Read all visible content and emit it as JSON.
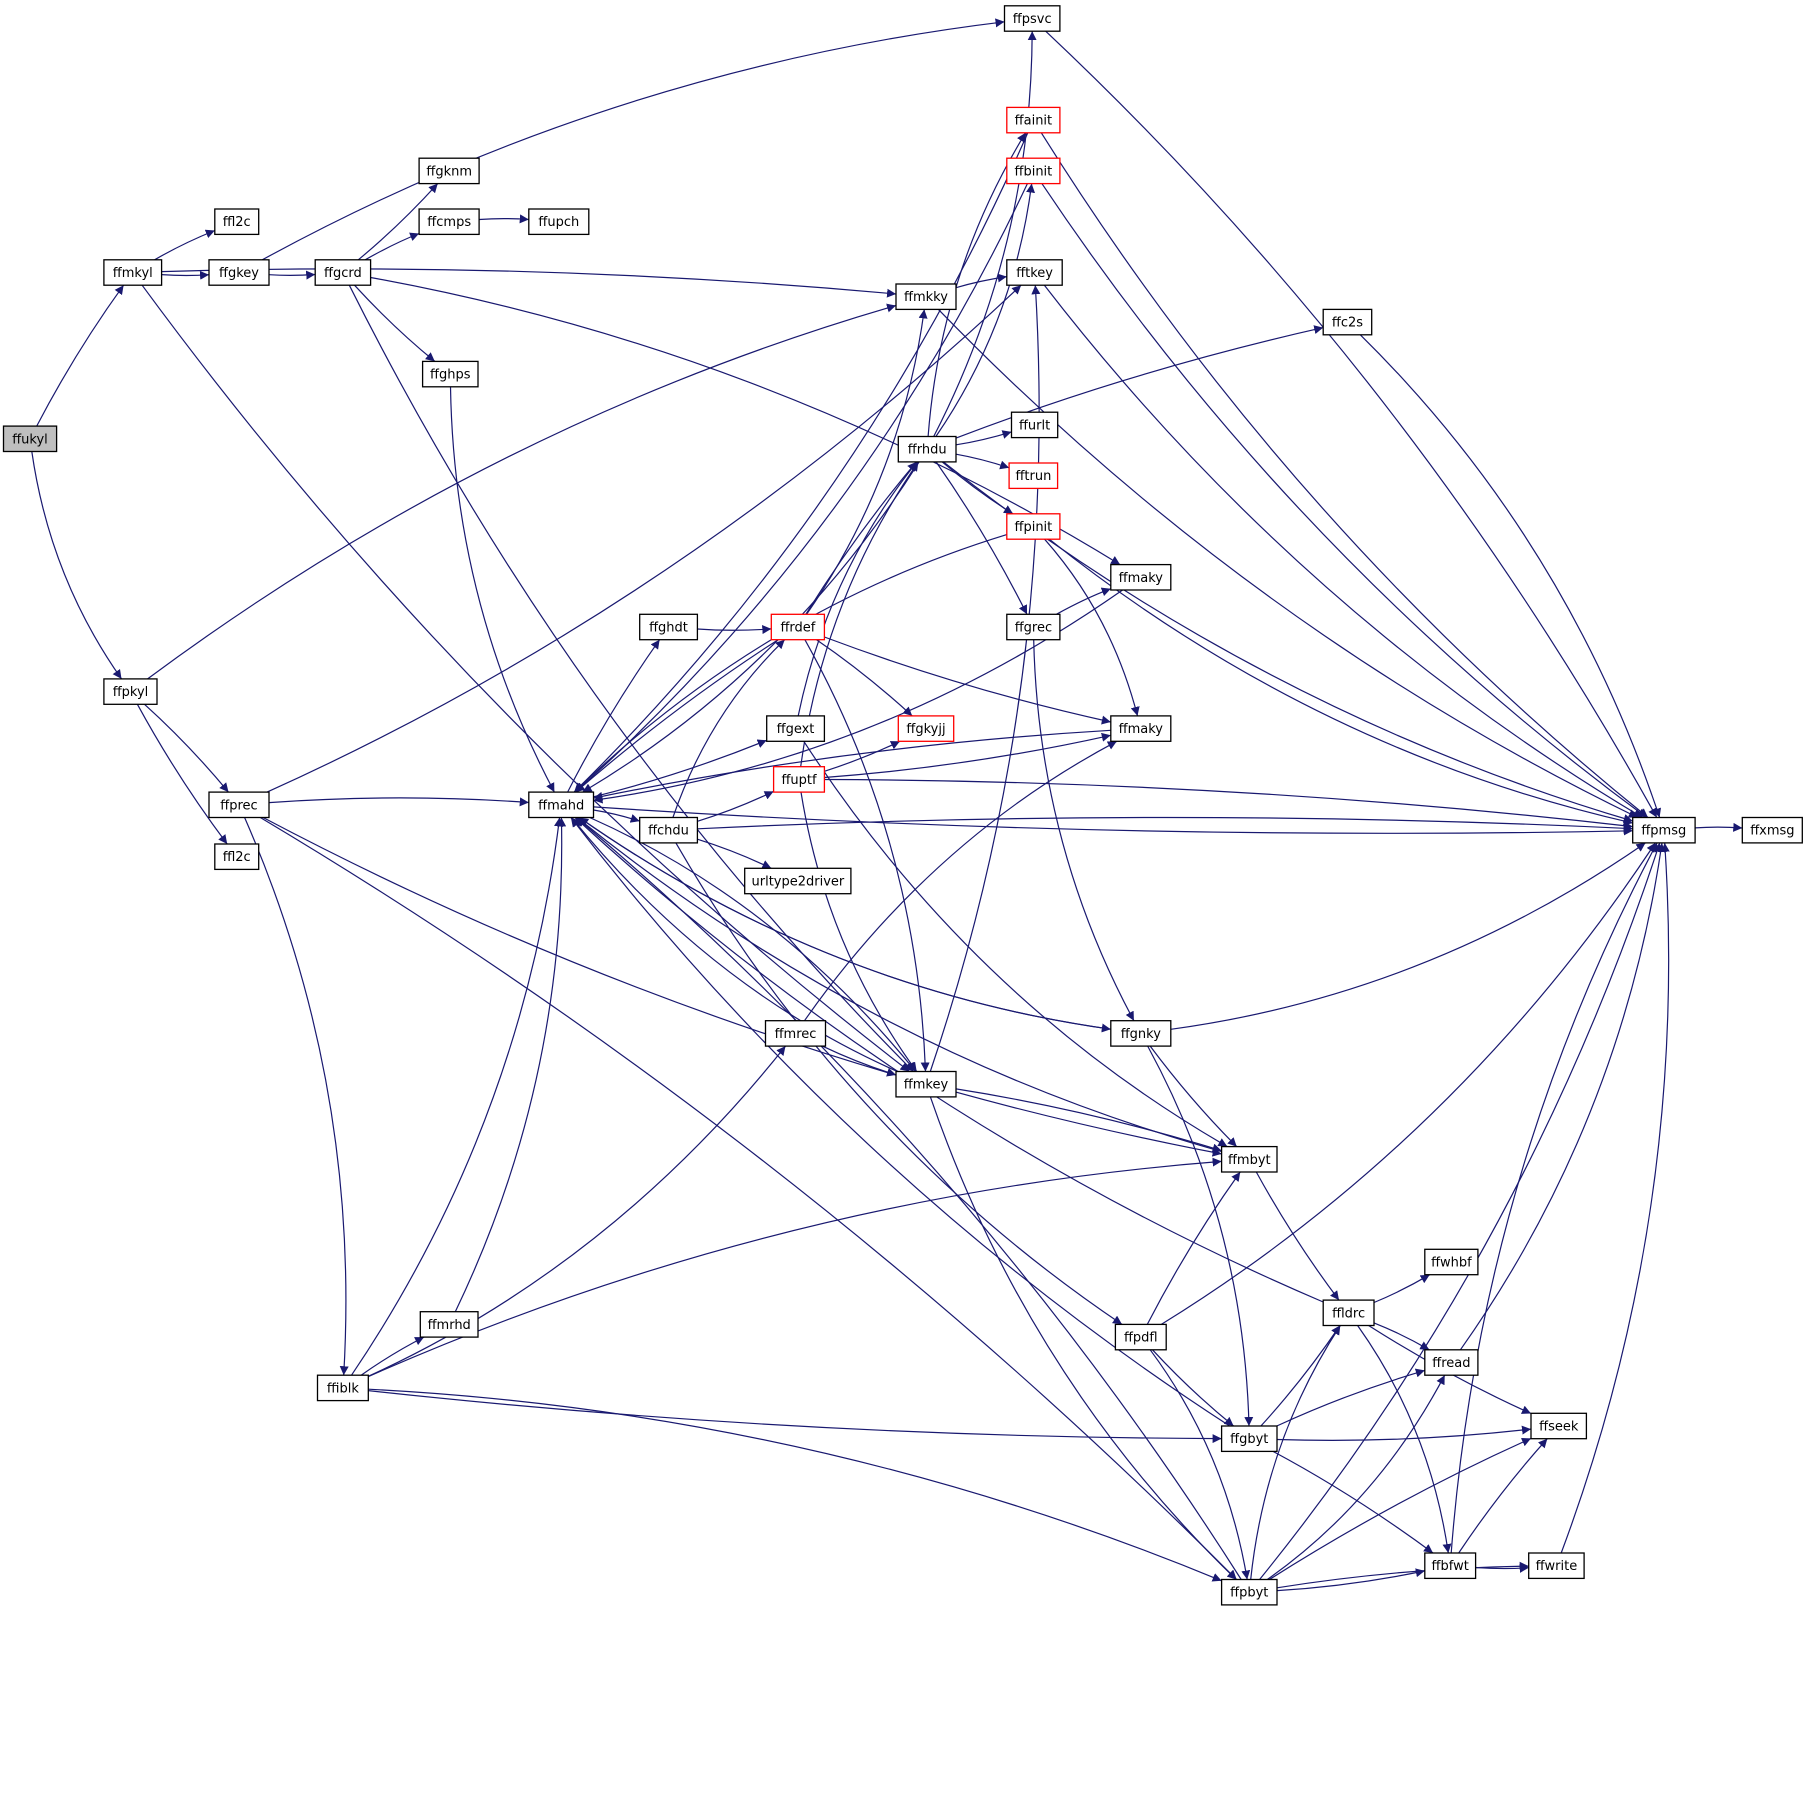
{
  "colors": {
    "edge": "#191970",
    "node_border": "#000000",
    "truncated_border": "#ff0000",
    "root_fill": "#bfbfbf",
    "background": "#ffffff"
  },
  "nodes": [
    {
      "id": "ffukyl",
      "label": "ffukyl",
      "root": true
    },
    {
      "id": "ffmkyl",
      "label": "ffmkyl"
    },
    {
      "id": "ffpkyl",
      "label": "ffpkyl"
    },
    {
      "id": "ffl2c_a",
      "label": "ffl2c"
    },
    {
      "id": "ffl2c_b",
      "label": "ffl2c"
    },
    {
      "id": "ffgkey",
      "label": "ffgkey"
    },
    {
      "id": "ffgcrd",
      "label": "ffgcrd"
    },
    {
      "id": "ffgknm",
      "label": "ffgknm"
    },
    {
      "id": "ffcmps",
      "label": "ffcmps"
    },
    {
      "id": "ffupch",
      "label": "ffupch"
    },
    {
      "id": "ffghps",
      "label": "ffghps"
    },
    {
      "id": "ffprec",
      "label": "ffprec"
    },
    {
      "id": "ffiblk",
      "label": "ffiblk"
    },
    {
      "id": "ffmrhd",
      "label": "ffmrhd"
    },
    {
      "id": "ffmahd",
      "label": "ffmahd"
    },
    {
      "id": "ffghdt",
      "label": "ffghdt"
    },
    {
      "id": "ffgext",
      "label": "ffgext"
    },
    {
      "id": "ffchdu",
      "label": "ffchdu"
    },
    {
      "id": "urltype2driver",
      "label": "urltype2driver"
    },
    {
      "id": "ffmrec",
      "label": "ffmrec"
    },
    {
      "id": "ffrdef",
      "label": "ffrdef",
      "truncated": true
    },
    {
      "id": "ffuptf",
      "label": "ffuptf",
      "truncated": true
    },
    {
      "id": "ffgkyjj",
      "label": "ffgkyjj",
      "truncated": true
    },
    {
      "id": "ffmkky",
      "label": "ffmkky"
    },
    {
      "id": "ffrhdu",
      "label": "ffrhdu"
    },
    {
      "id": "ffmkey",
      "label": "ffmkey"
    },
    {
      "id": "ffpsvc",
      "label": "ffpsvc"
    },
    {
      "id": "ffainit",
      "label": "ffainit",
      "truncated": true
    },
    {
      "id": "ffbinit",
      "label": "ffbinit",
      "truncated": true
    },
    {
      "id": "fftkey",
      "label": "fftkey"
    },
    {
      "id": "ffurlt",
      "label": "ffurlt"
    },
    {
      "id": "fftrun",
      "label": "fftrun",
      "truncated": true
    },
    {
      "id": "ffpinit",
      "label": "ffpinit",
      "truncated": true
    },
    {
      "id": "ffgrec",
      "label": "ffgrec"
    },
    {
      "id": "ffmaky_1",
      "label": "ffmaky"
    },
    {
      "id": "ffmaky_2",
      "label": "ffmaky"
    },
    {
      "id": "ffgnky",
      "label": "ffgnky"
    },
    {
      "id": "ffmbyt",
      "label": "ffmbyt"
    },
    {
      "id": "ffpdfl",
      "label": "ffpdfl"
    },
    {
      "id": "ffgbyt",
      "label": "ffgbyt"
    },
    {
      "id": "ffpbyt",
      "label": "ffpbyt"
    },
    {
      "id": "ffc2s",
      "label": "ffc2s"
    },
    {
      "id": "ffldrc",
      "label": "ffldrc"
    },
    {
      "id": "ffwhbf",
      "label": "ffwhbf"
    },
    {
      "id": "ffread",
      "label": "ffread"
    },
    {
      "id": "ffseek",
      "label": "ffseek"
    },
    {
      "id": "ffbfwt",
      "label": "ffbfwt"
    },
    {
      "id": "ffwrite",
      "label": "ffwrite"
    },
    {
      "id": "ffpmsg",
      "label": "ffpmsg"
    },
    {
      "id": "ffxmsg",
      "label": "ffxmsg"
    }
  ],
  "edges": [
    [
      "ffukyl",
      "ffmkyl"
    ],
    [
      "ffukyl",
      "ffpkyl"
    ],
    [
      "ffmkyl",
      "ffl2c_a"
    ],
    [
      "ffmkyl",
      "ffgkey"
    ],
    [
      "ffmkyl",
      "ffmkky"
    ],
    [
      "ffmkyl",
      "ffmkey"
    ],
    [
      "ffpkyl",
      "ffprec"
    ],
    [
      "ffpkyl",
      "ffl2c_b"
    ],
    [
      "ffpkyl",
      "ffmkky"
    ],
    [
      "ffgkey",
      "ffgcrd"
    ],
    [
      "ffgkey",
      "ffpsvc"
    ],
    [
      "ffgcrd",
      "ffgknm"
    ],
    [
      "ffgcrd",
      "ffcmps"
    ],
    [
      "ffgcrd",
      "ffghps"
    ],
    [
      "ffgcrd",
      "ffmaky_1"
    ],
    [
      "ffgcrd",
      "ffmkey"
    ],
    [
      "ffcmps",
      "ffupch"
    ],
    [
      "ffghps",
      "ffmahd"
    ],
    [
      "ffprec",
      "ffmahd"
    ],
    [
      "ffprec",
      "fftkey"
    ],
    [
      "ffprec",
      "ffiblk"
    ],
    [
      "ffprec",
      "ffmbyt"
    ],
    [
      "ffprec",
      "ffpbyt"
    ],
    [
      "ffiblk",
      "ffmahd"
    ],
    [
      "ffiblk",
      "ffmrhd"
    ],
    [
      "ffiblk",
      "ffmrec"
    ],
    [
      "ffiblk",
      "ffmbyt"
    ],
    [
      "ffiblk",
      "ffgbyt"
    ],
    [
      "ffiblk",
      "ffpbyt"
    ],
    [
      "ffmrhd",
      "ffmahd"
    ],
    [
      "ffmahd",
      "ffghdt"
    ],
    [
      "ffmahd",
      "ffgext"
    ],
    [
      "ffmahd",
      "ffchdu"
    ],
    [
      "ffmahd",
      "ffgnky"
    ],
    [
      "ffmahd",
      "ffmkey"
    ],
    [
      "ffghdt",
      "ffrdef"
    ],
    [
      "ffgext",
      "ffrhdu"
    ],
    [
      "ffgext",
      "ffmbyt"
    ],
    [
      "ffchdu",
      "ffrdef"
    ],
    [
      "ffchdu",
      "ffuptf"
    ],
    [
      "ffchdu",
      "urltype2driver"
    ],
    [
      "ffchdu",
      "ffpdfl"
    ],
    [
      "ffchdu",
      "ffpmsg"
    ],
    [
      "ffrdef",
      "ffmahd"
    ],
    [
      "ffrdef",
      "ffrhdu"
    ],
    [
      "ffrdef",
      "ffmkky"
    ],
    [
      "ffrdef",
      "ffgkyjj"
    ],
    [
      "ffrdef",
      "ffmaky_2"
    ],
    [
      "ffrdef",
      "ffmkey"
    ],
    [
      "ffuptf",
      "ffgkyjj"
    ],
    [
      "ffuptf",
      "ffrhdu"
    ],
    [
      "ffuptf",
      "ffmaky_2"
    ],
    [
      "ffuptf",
      "ffpmsg"
    ],
    [
      "ffuptf",
      "ffmkey"
    ],
    [
      "ffmrec",
      "ffmaky_2"
    ],
    [
      "ffmrec",
      "ffmkey"
    ],
    [
      "ffmkky",
      "fftkey"
    ],
    [
      "ffmkky",
      "ffpmsg"
    ],
    [
      "ffrhdu",
      "ffmahd"
    ],
    [
      "ffrhdu",
      "ffpsvc"
    ],
    [
      "ffrhdu",
      "ffainit"
    ],
    [
      "ffrhdu",
      "ffbinit"
    ],
    [
      "ffrhdu",
      "ffc2s"
    ],
    [
      "ffrhdu",
      "ffurlt"
    ],
    [
      "ffrhdu",
      "fftrun"
    ],
    [
      "ffrhdu",
      "ffpinit"
    ],
    [
      "ffrhdu",
      "ffgrec"
    ],
    [
      "ffrhdu",
      "ffpmsg"
    ],
    [
      "ffmkey",
      "ffmahd"
    ],
    [
      "ffmkey",
      "fftkey"
    ],
    [
      "ffmkey",
      "ffmbyt"
    ],
    [
      "ffmkey",
      "ffpbyt"
    ],
    [
      "ffainit",
      "ffmahd"
    ],
    [
      "ffainit",
      "ffpmsg"
    ],
    [
      "ffbinit",
      "ffmahd"
    ],
    [
      "ffbinit",
      "ffpmsg"
    ],
    [
      "ffpsvc",
      "ffpmsg"
    ],
    [
      "fftkey",
      "ffpmsg"
    ],
    [
      "ffc2s",
      "ffpmsg"
    ],
    [
      "ffpinit",
      "ffmahd"
    ],
    [
      "ffpinit",
      "ffmaky_2"
    ],
    [
      "ffpinit",
      "ffpmsg"
    ],
    [
      "ffgrec",
      "ffmaky_1"
    ],
    [
      "ffgrec",
      "ffgnky"
    ],
    [
      "ffmaky_1",
      "ffmahd"
    ],
    [
      "ffmaky_2",
      "ffmahd"
    ],
    [
      "ffgnky",
      "ffmahd"
    ],
    [
      "ffgnky",
      "ffmbyt"
    ],
    [
      "ffgnky",
      "ffgbyt"
    ],
    [
      "ffgnky",
      "ffpmsg"
    ],
    [
      "ffmbyt",
      "ffmahd"
    ],
    [
      "ffmbyt",
      "ffldrc"
    ],
    [
      "ffpdfl",
      "ffmbyt"
    ],
    [
      "ffpdfl",
      "ffgbyt"
    ],
    [
      "ffpdfl",
      "ffpbyt"
    ],
    [
      "ffpdfl",
      "ffpmsg"
    ],
    [
      "ffgbyt",
      "ffmahd"
    ],
    [
      "ffgbyt",
      "ffldrc"
    ],
    [
      "ffgbyt",
      "ffread"
    ],
    [
      "ffgbyt",
      "ffseek"
    ],
    [
      "ffgbyt",
      "ffbfwt"
    ],
    [
      "ffpbyt",
      "ffmahd"
    ],
    [
      "ffpbyt",
      "ffldrc"
    ],
    [
      "ffpbyt",
      "ffread"
    ],
    [
      "ffpbyt",
      "ffseek"
    ],
    [
      "ffpbyt",
      "ffbfwt"
    ],
    [
      "ffpbyt",
      "ffwrite"
    ],
    [
      "ffpbyt",
      "ffpmsg"
    ],
    [
      "ffldrc",
      "ffmahd"
    ],
    [
      "ffldrc",
      "ffwhbf"
    ],
    [
      "ffldrc",
      "ffread"
    ],
    [
      "ffldrc",
      "ffseek"
    ],
    [
      "ffldrc",
      "ffbfwt"
    ],
    [
      "ffread",
      "ffpmsg"
    ],
    [
      "ffbfwt",
      "ffseek"
    ],
    [
      "ffbfwt",
      "ffwrite"
    ],
    [
      "ffbfwt",
      "ffpmsg"
    ],
    [
      "ffwrite",
      "ffpmsg"
    ],
    [
      "ffpmsg",
      "ffxmsg"
    ],
    [
      "ffmahd",
      "ffpmsg"
    ]
  ]
}
